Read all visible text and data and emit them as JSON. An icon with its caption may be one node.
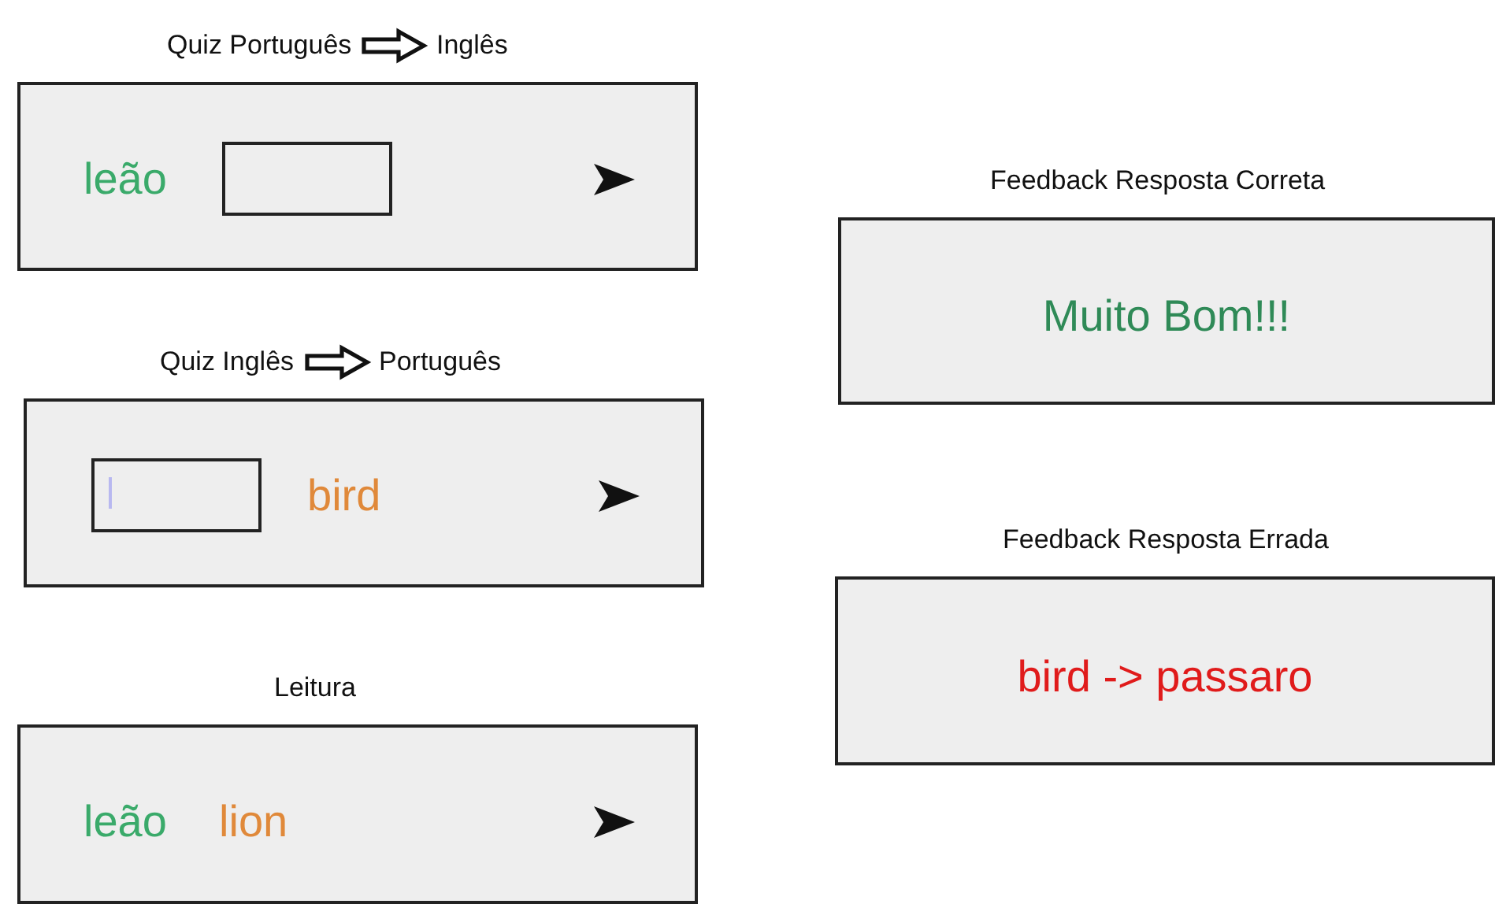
{
  "diagram": {
    "nodes": [
      {
        "text": [
          "Quiz Português",
          "Inglês",
          "leão"
        ]
      },
      {
        "text": [],
        "shape": "box",
        "in": 0
      },
      {
        "text": [
          "Quiz Inglês",
          "Português",
          "bird"
        ]
      },
      {
        "text": [],
        "shape": "box",
        "in": 2
      },
      {
        "text": [
          "Leitura",
          "leão",
          "lion"
        ]
      },
      {
        "text": [
          "Feedback Resposta Correta",
          "Muito Bom!!!"
        ]
      },
      {
        "text": [
          "Feedback Resposta Errada",
          "bird -> passaro"
        ]
      }
    ]
  }
}
